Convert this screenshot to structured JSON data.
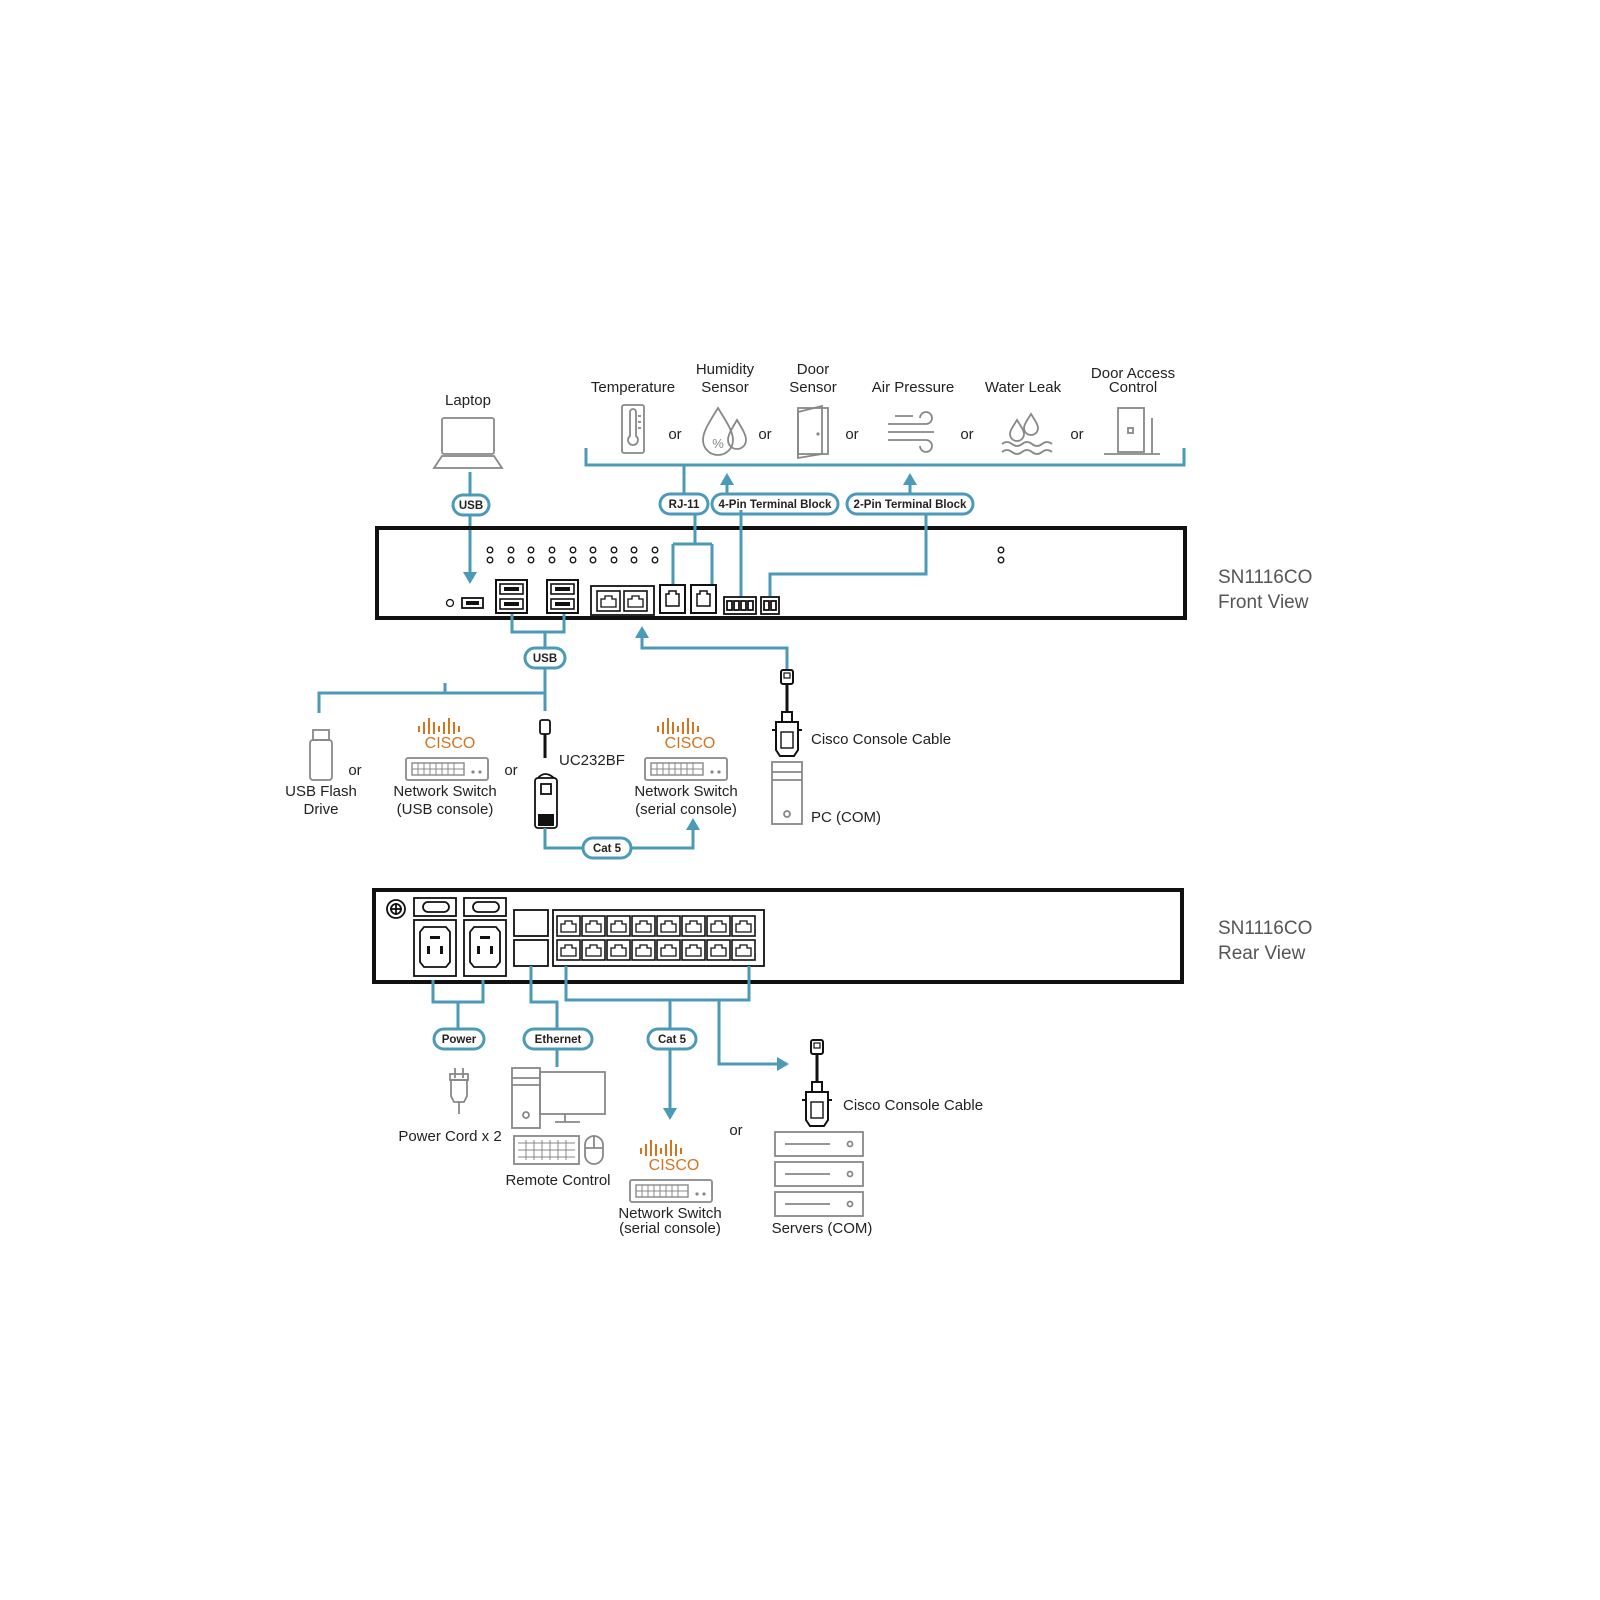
{
  "front": {
    "model": "SN1116CO",
    "view": "Front View",
    "top": {
      "laptop": "Laptop",
      "temperature": "Temperature",
      "humidity_1": "Humidity",
      "humidity_2": "Sensor",
      "door_1": "Door",
      "door_2": "Sensor",
      "air_pressure": "Air Pressure",
      "water_leak": "Water Leak",
      "door_access_1": "Door Access",
      "door_access_2": "Control",
      "or": "or"
    },
    "pills": {
      "usb_top": "USB",
      "rj11": "RJ-11",
      "pin4": "4-Pin Terminal Block",
      "pin2": "2-Pin Terminal Block",
      "usb_bottom": "USB",
      "cat5": "Cat 5"
    },
    "bottom": {
      "usb_flash_1": "USB Flash",
      "usb_flash_2": "Drive",
      "cisco": "CISCO",
      "switch_usb_1": "Network Switch",
      "switch_usb_2": "(USB console)",
      "uc232bf": "UC232BF",
      "switch_serial_1": "Network Switch",
      "switch_serial_2": "(serial console)",
      "cisco_cable": "Cisco Console Cable",
      "pc_com": "PC (COM)",
      "or": "or"
    }
  },
  "rear": {
    "model": "SN1116CO",
    "view": "Rear View",
    "pills": {
      "power": "Power",
      "ethernet": "Ethernet",
      "cat5": "Cat 5"
    },
    "bottom": {
      "power_cord": "Power Cord x 2",
      "remote_control": "Remote Control",
      "cisco": "CISCO",
      "switch_serial_1": "Network Switch",
      "switch_serial_2": "(serial console)",
      "cisco_cable": "Cisco Console Cable",
      "servers": "Servers (COM)",
      "or": "or"
    }
  }
}
